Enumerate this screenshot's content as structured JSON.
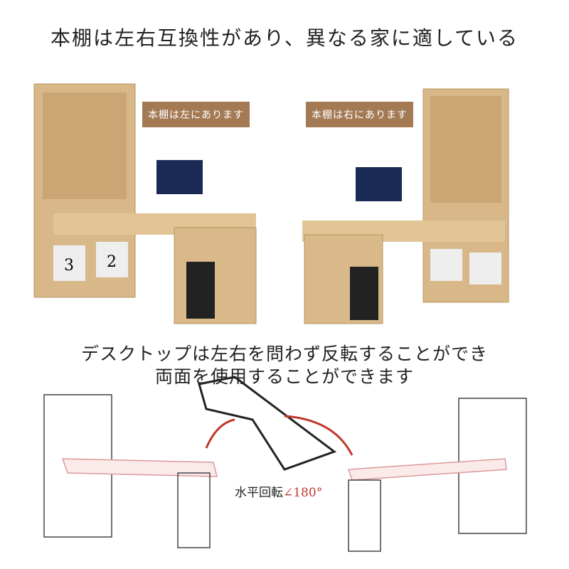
{
  "title": "本棚は左右互換性があり、異なる家に適している",
  "labels": {
    "left": "本棚は左にあります",
    "right": "本棚は右にあります"
  },
  "caption": {
    "line1": "デスクトップは左右を問わず反転することができ",
    "line2": "両面を使用することができます"
  },
  "rotation": {
    "label": "水平回転",
    "angle": "∠180°"
  },
  "box_numbers": [
    "3",
    "2"
  ],
  "colors": {
    "tag": "#a47a55",
    "wood": "#d9b98a",
    "arrow": "#c0392b"
  }
}
